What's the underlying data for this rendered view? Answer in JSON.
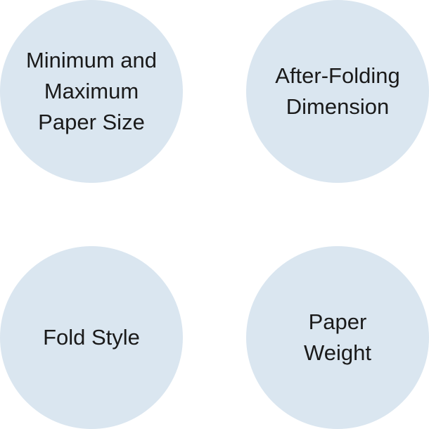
{
  "theme": {
    "circle_fill": "#dae6f0",
    "text_color": "#1a1a1a"
  },
  "circles": [
    {
      "lines": [
        "Minimum and",
        "Maximum",
        "Paper Size"
      ]
    },
    {
      "lines": [
        "After-Folding",
        "Dimension"
      ]
    },
    {
      "lines": [
        "Fold Style"
      ]
    },
    {
      "lines": [
        "Paper",
        "Weight"
      ]
    }
  ]
}
